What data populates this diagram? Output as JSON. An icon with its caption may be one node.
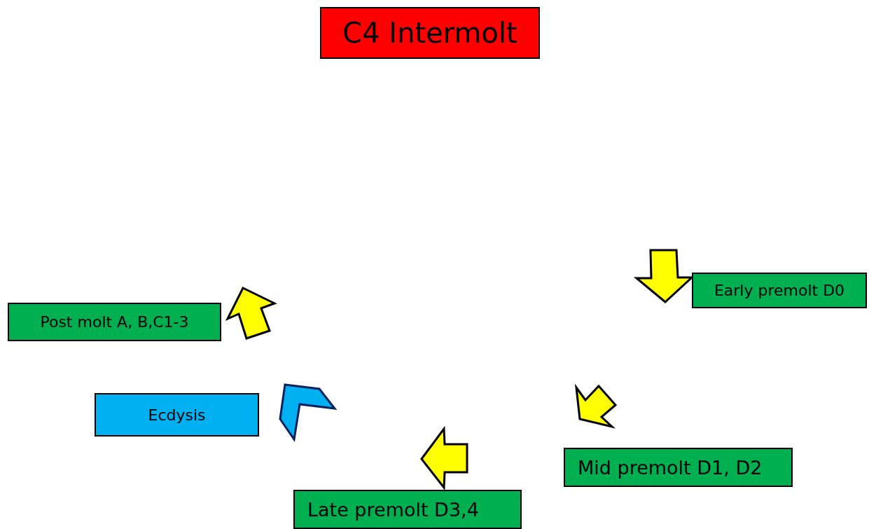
{
  "diagram": {
    "nodes": [
      {
        "text": [
          "C4 Intermolt"
        ]
      },
      {
        "text": [
          "Early premolt D0"
        ]
      },
      {
        "text": [
          "Mid premolt D1, D2"
        ]
      },
      {
        "text": [
          "Late premolt D3,4"
        ]
      },
      {
        "text": [
          "Ecdysis"
        ]
      },
      {
        "text": [
          "Post molt A, B,C1-3"
        ]
      }
    ]
  }
}
